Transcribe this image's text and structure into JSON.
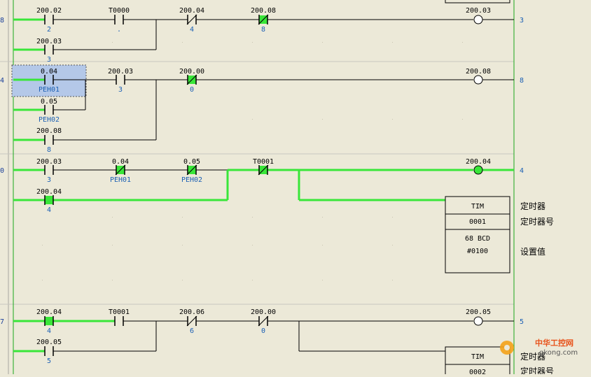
{
  "rung_numbers": [
    "8",
    "4",
    "0",
    "7"
  ],
  "contacts": [
    {
      "addr": "200.02",
      "sub": "2"
    },
    {
      "addr": "T0000",
      "sub": "."
    },
    {
      "addr": "200.04",
      "sub": "4"
    },
    {
      "addr": "200.08",
      "sub": "8"
    },
    {
      "addr": "200.03",
      "sub": "3"
    },
    {
      "addr": "0.04",
      "sub": "PEH01"
    },
    {
      "addr": "200.03",
      "sub": "3"
    },
    {
      "addr": "200.00",
      "sub": "0"
    },
    {
      "addr": "0.05",
      "sub": "PEH02"
    },
    {
      "addr": "200.08",
      "sub": "8"
    },
    {
      "addr": "200.03",
      "sub": "3"
    },
    {
      "addr": "0.04",
      "sub": "PEH01"
    },
    {
      "addr": "0.05",
      "sub": "PEH02"
    },
    {
      "addr": "T0001",
      "sub": ""
    },
    {
      "addr": "200.04",
      "sub": "4"
    },
    {
      "addr": "200.04",
      "sub": "4"
    },
    {
      "addr": "T0001",
      "sub": ""
    },
    {
      "addr": "200.06",
      "sub": "6"
    },
    {
      "addr": "200.00",
      "sub": "0"
    },
    {
      "addr": "200.05",
      "sub": "5"
    }
  ],
  "coils": [
    {
      "addr": "200.03",
      "ref": "3"
    },
    {
      "addr": "200.08",
      "ref": "8"
    },
    {
      "addr": "200.04",
      "ref": "4"
    },
    {
      "addr": "200.05",
      "ref": "5"
    }
  ],
  "timers": [
    {
      "label": "TIM",
      "num": "0001",
      "line3": "68 BCD",
      "setval": "#0100"
    },
    {
      "label": "TIM",
      "num": "0002"
    }
  ],
  "comments": {
    "timer1": [
      "定时器",
      "定时器号",
      "设置值"
    ],
    "timer2": [
      "定时器",
      "定时器号"
    ]
  },
  "watermark": {
    "title": "中华工控网",
    "url": "gkong.com"
  }
}
